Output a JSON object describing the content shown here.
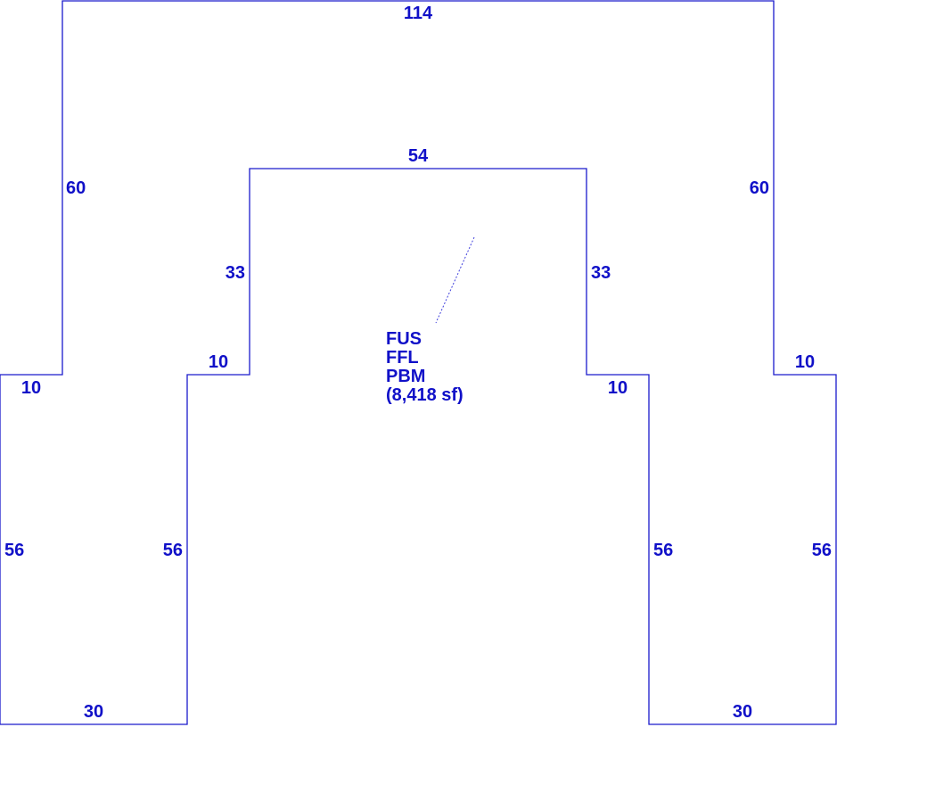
{
  "colors": {
    "outline": "#1a1acc",
    "text": "#1010c8",
    "leader": "#4040dd",
    "background": "#ffffff"
  },
  "area": {
    "codes": [
      "FUS",
      "FFL",
      "PBM"
    ],
    "size": "(8,418 sf)"
  },
  "dimensions": {
    "top_outer": "114",
    "top_inner": "54",
    "left_outer_upper": "60",
    "right_outer_upper": "60",
    "left_inner_upper": "33",
    "right_inner_upper": "33",
    "left_step_outer": "10",
    "left_step_inner": "10",
    "right_step_inner": "10",
    "right_step_outer": "10",
    "left_wing_outer": "56",
    "left_wing_inner": "56",
    "right_wing_inner": "56",
    "right_wing_outer": "56",
    "left_wing_bottom": "30",
    "right_wing_bottom": "30"
  }
}
